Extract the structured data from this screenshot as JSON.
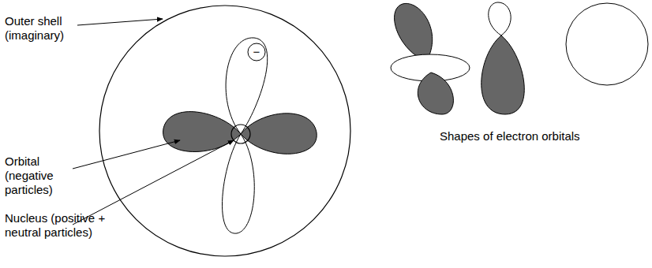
{
  "diagram": {
    "nodes": [
      {
        "text": [
          "−"
        ]
      }
    ],
    "labels": [
      "Outer shell (imaginary)",
      "Orbital (negative particles)",
      "Nucleus (positive + neutral particles)",
      "Shapes of electron orbitals"
    ]
  }
}
